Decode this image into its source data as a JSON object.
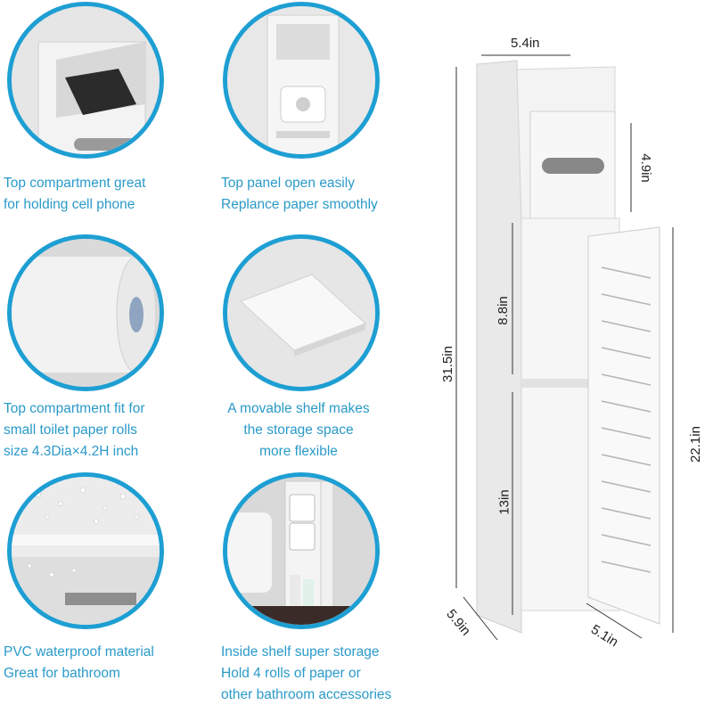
{
  "accent_color": "#1e9fd3",
  "caption_color": "#2a9ac9",
  "features": [
    {
      "image": "cabinet-top-with-phone",
      "lines": [
        "Top compartment great",
        "for holding cell phone"
      ]
    },
    {
      "image": "top-panel-with-paper-roll",
      "lines": [
        "Top panel open easily",
        "Replance paper smoothly"
      ]
    },
    {
      "image": "toilet-paper-roll",
      "lines": [
        "Top compartment fit for",
        "small toilet paper rolls",
        "size 4.3Dia×4.2H inch"
      ]
    },
    {
      "image": "movable-shelf-panel",
      "lines": [
        "A movable shelf makes",
        "the storage space",
        "more flexible"
      ]
    },
    {
      "image": "waterproof-droplets",
      "lines": [
        "PVC waterproof material",
        "Great for bathroom"
      ]
    },
    {
      "image": "cabinet-in-bathroom",
      "lines": [
        "Inside shelf super storage",
        "Hold 4 rolls of paper or",
        "other bathroom accessories"
      ]
    }
  ],
  "dimensions": {
    "top_width": "5.4in",
    "top_box_height": "4.9in",
    "total_height": "31.5in",
    "upper_shelf_space": "8.8in",
    "lower_shelf_space": "13in",
    "door_height": "22.1in",
    "depth": "5.9in",
    "bottom_width": "5.1in"
  }
}
